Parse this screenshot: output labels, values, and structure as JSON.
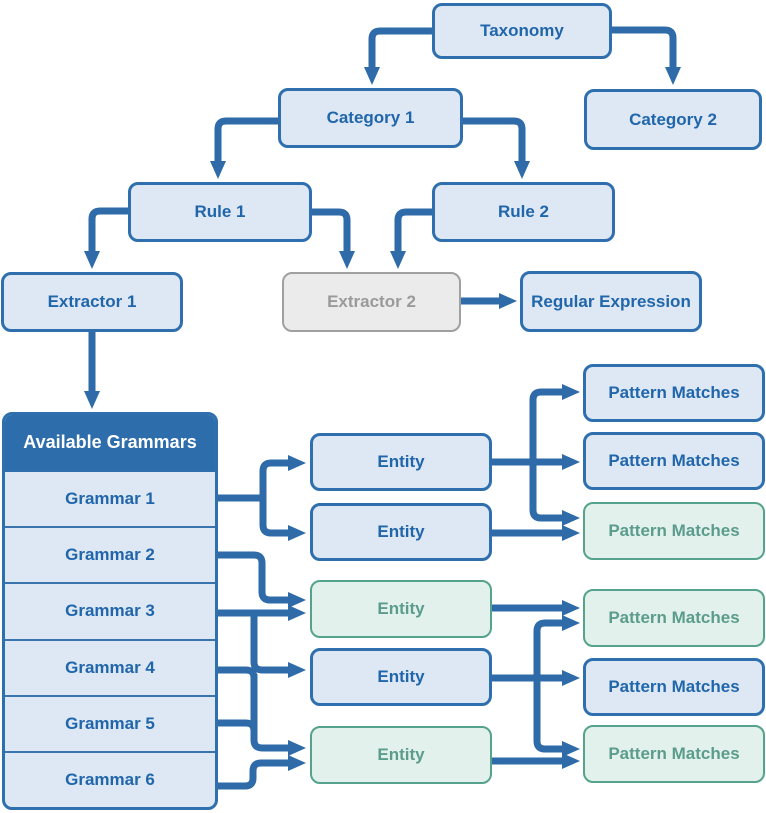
{
  "diagram": {
    "nodes": {
      "taxonomy": {
        "label": "Taxonomy",
        "variant": "blue"
      },
      "category1": {
        "label": "Category 1",
        "variant": "blue"
      },
      "category2": {
        "label": "Category 2",
        "variant": "blue"
      },
      "rule1": {
        "label": "Rule 1",
        "variant": "blue"
      },
      "rule2": {
        "label": "Rule 2",
        "variant": "blue"
      },
      "extractor1": {
        "label": "Extractor 1",
        "variant": "blue"
      },
      "extractor2": {
        "label": "Extractor 2",
        "variant": "gray"
      },
      "regular_expression": {
        "label": "Regular Expression",
        "variant": "blue"
      }
    },
    "grammars_panel": {
      "title": "Available Grammars",
      "rows": [
        "Grammar 1",
        "Grammar 2",
        "Grammar 3",
        "Grammar 4",
        "Grammar 5",
        "Grammar 6"
      ]
    },
    "entities": [
      {
        "label": "Entity",
        "variant": "blue"
      },
      {
        "label": "Entity",
        "variant": "blue"
      },
      {
        "label": "Entity",
        "variant": "green"
      },
      {
        "label": "Entity",
        "variant": "blue"
      },
      {
        "label": "Entity",
        "variant": "green"
      }
    ],
    "pattern_matches": [
      {
        "label": "Pattern Matches",
        "variant": "blue"
      },
      {
        "label": "Pattern Matches",
        "variant": "blue"
      },
      {
        "label": "Pattern Matches",
        "variant": "green"
      },
      {
        "label": "Pattern Matches",
        "variant": "green"
      },
      {
        "label": "Pattern Matches",
        "variant": "blue"
      },
      {
        "label": "Pattern Matches",
        "variant": "green"
      }
    ],
    "colors": {
      "blue_fill": "#dde8f4",
      "blue_border": "#2f6fad",
      "blue_text": "#2166ab",
      "green_fill": "#e3f1ec",
      "green_border": "#55a38c",
      "green_text": "#5b9c8c",
      "gray_fill": "#ebebeb",
      "gray_border": "#a0a0a0",
      "gray_text": "#9a9a9a",
      "header_fill": "#2e6dab",
      "header_text": "#ffffff",
      "connector": "#2e6ba8",
      "background": "#ffffff"
    }
  }
}
